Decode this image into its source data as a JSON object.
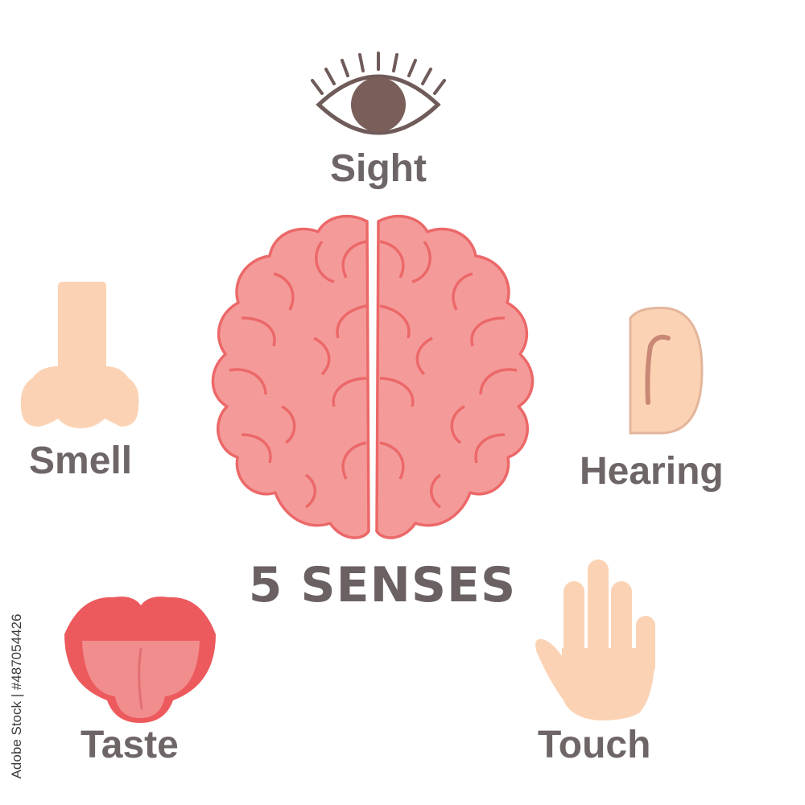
{
  "title": "5 SENSES",
  "senses": {
    "sight": "Sight",
    "smell": "Smell",
    "hearing": "Hearing",
    "taste": "Taste",
    "touch": "Touch"
  },
  "stock_credit": "Adobe Stock | #487054426",
  "colors": {
    "brain_fill": "#f49b9a",
    "brain_stroke": "#ec6868",
    "skin": "#fbd3b4",
    "eye_stroke": "#6f5b59",
    "lips": "#ec5a5e",
    "tongue": "#f28d8e",
    "text": "#6e6566"
  },
  "icons": [
    "eye-icon",
    "brain-icon",
    "nose-icon",
    "ear-icon",
    "mouth-icon",
    "hand-icon"
  ]
}
